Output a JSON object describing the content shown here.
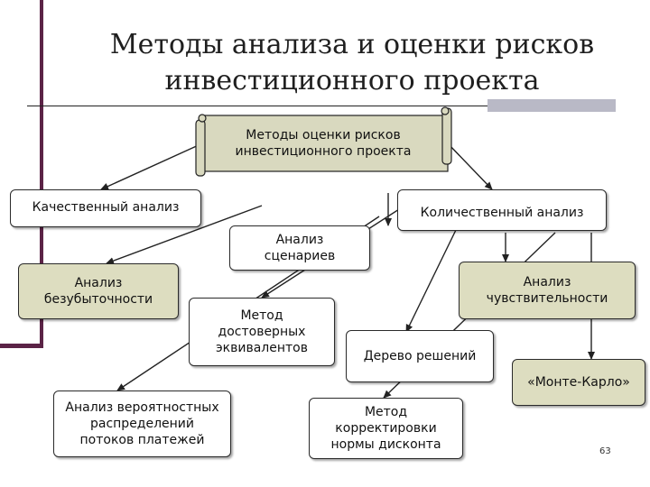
{
  "slide": {
    "title_line1": "Методы анализа и оценки рисков",
    "title_line2": "инвестиционного проекта",
    "page_number": "63"
  },
  "colors": {
    "accent_bar": "#5b2346",
    "gray_bar": "#b9b9c6",
    "box_fill": "#ddddc0",
    "box_fill_white": "#ffffff",
    "scroll_fill": "#d9d9bf"
  },
  "diagram": {
    "root": "Методы оценки рисков\nинвестиционного проекта",
    "qualitative": "Качественный анализ",
    "quantitative": "Количественный анализ",
    "breakeven": "Анализ\nбезубыточности",
    "equivalents": "Метод\nдостоверных\nэквивалентов",
    "probability": "Анализ вероятностных\nраспределений\nпотоков платежей",
    "scenarios": "Анализ\nсценариев",
    "sensitivity": "Анализ\nчувствительности",
    "decision_tree": "Дерево решений",
    "monte_carlo": "«Монте-Карло»",
    "discount": "Метод\nкорректировки\nнормы дисконта"
  }
}
